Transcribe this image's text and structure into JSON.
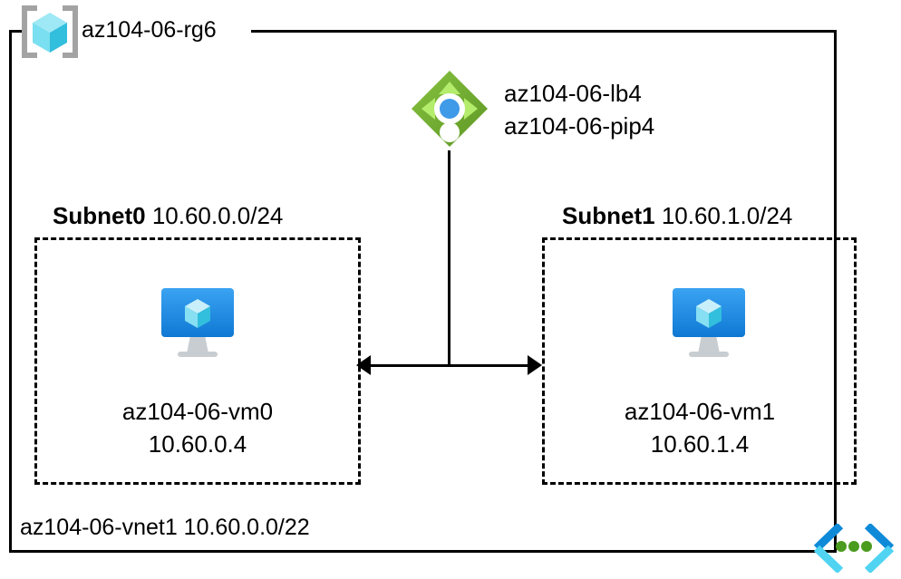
{
  "resource_group": {
    "icon": "azure-resource-group-cube-icon",
    "label": "az104-06-rg6"
  },
  "load_balancer": {
    "icon": "azure-load-balancer-icon",
    "name": "az104-06-lb4",
    "public_ip": "az104-06-pip4"
  },
  "subnets": [
    {
      "name": "Subnet0",
      "cidr": "10.60.0.0/24",
      "vm": {
        "icon": "azure-virtual-machine-icon",
        "name": "az104-06-vm0",
        "ip": "10.60.0.4"
      }
    },
    {
      "name": "Subnet1",
      "cidr": "10.60.1.0/24",
      "vm": {
        "icon": "azure-virtual-machine-icon",
        "name": "az104-06-vm1",
        "ip": "10.60.1.4"
      }
    }
  ],
  "vnet": {
    "label": "az104-06-vnet1 10.60.0.0/22",
    "icon": "azure-virtual-network-icon"
  },
  "colors": {
    "line": "#000000",
    "background": "#ffffff",
    "cube_light": "#9fe8f5",
    "cube_mid": "#50e6ff",
    "cube_dark": "#32bedd",
    "bracket_gray": "#a3a3a3",
    "lb_green_dark": "#5e9624",
    "lb_green_light": "#7fba42",
    "lb_arrow_green": "#b4ec6c",
    "lb_center_blue": "#3f9ae8",
    "monitor_blue_top": "#32a0f0",
    "monitor_blue_bottom": "#0f7ad8",
    "monitor_stand_gray": "#c8cdd1",
    "vnet_blue": "#0e8ad8",
    "vnet_cyan": "#50d4f2",
    "vnet_dot_green": "#4a9b1e"
  }
}
